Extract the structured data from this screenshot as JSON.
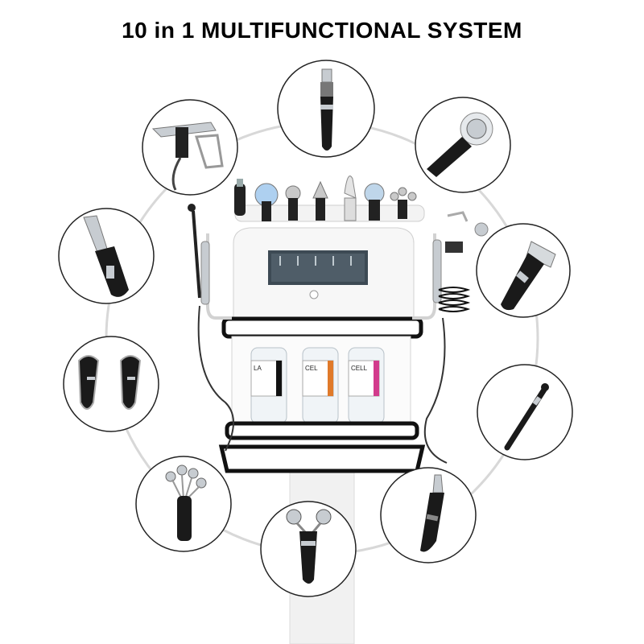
{
  "title": "10 in 1 MULTIFUNCTIONAL SYSTEM",
  "bottle_labels": [
    "LA",
    "CEL",
    "CELL"
  ],
  "accessories": [
    "spray-gun-handpiece",
    "oxygen-injector-pen",
    "rf-probe-handpiece",
    "ultrasonic-scrubber-handpiece",
    "radiofrequency-head-handpiece",
    "cold-hammer-pair",
    "bio-microcurrent-wand",
    "four-ball-roller",
    "two-ball-face-roller",
    "hydrodermabrasion-tip-handpiece"
  ],
  "colors": {
    "frame": "#d8d8d8",
    "device_body": "#f6f6f6",
    "band": "#111111",
    "handpiece": "#1a1a1a",
    "chrome": "#b9bec4",
    "bottle_mark_orange": "#e07a2a",
    "bottle_mark_pink": "#d23b8c"
  }
}
